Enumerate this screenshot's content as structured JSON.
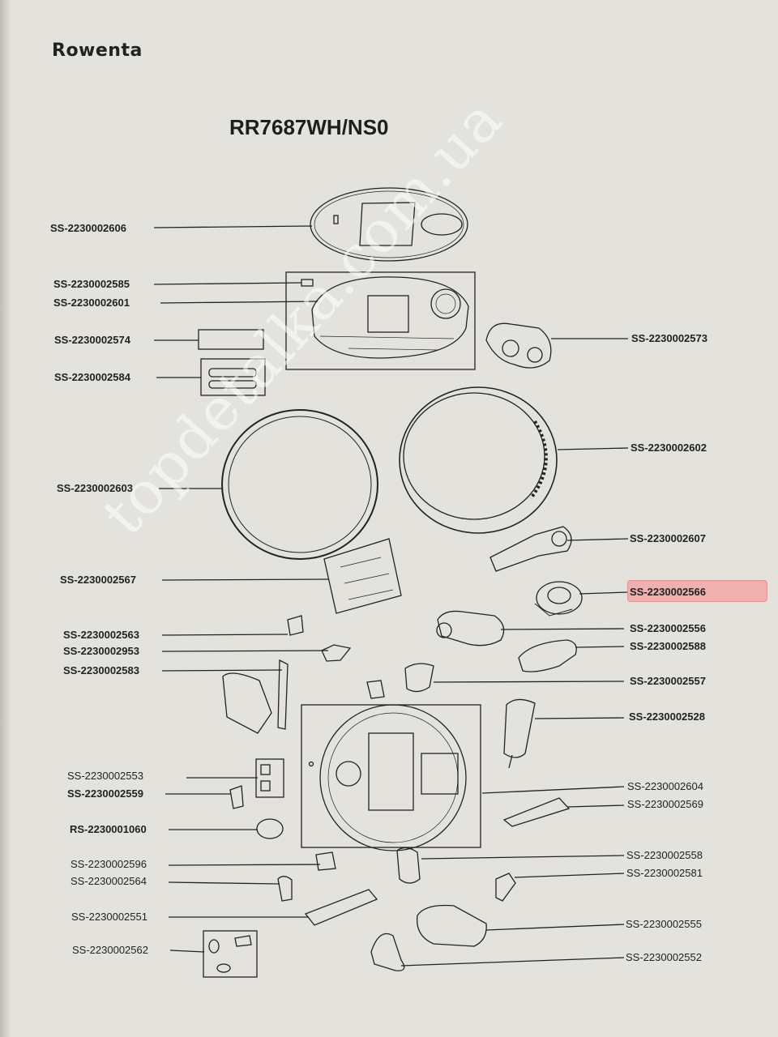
{
  "brand": "Rowenta",
  "model": "RR7687WH/NS0",
  "watermark": "topdetalka.com.ua",
  "highlight_color": "#f2a8a8",
  "parts": {
    "p2606": "SS-2230002606",
    "p2585": "SS-2230002585",
    "p2601": "SS-2230002601",
    "p2574": "SS-2230002574",
    "p2584": "SS-2230002584",
    "p2573": "SS-2230002573",
    "p2602": "SS-2230002602",
    "p2603": "SS-2230002603",
    "p2607": "SS-2230002607",
    "p2567": "SS-2230002567",
    "p2566": "SS-2230002566",
    "p2563": "SS-2230002563",
    "p2953": "SS-2230002953",
    "p2583": "SS-2230002583",
    "p2556": "SS-2230002556",
    "p2588": "SS-2230002588",
    "p2557": "SS-2230002557",
    "p2528": "SS-2230002528",
    "p2553": "SS-2230002553",
    "p2559": "SS-2230002559",
    "p1060": "RS-2230001060",
    "p2604": "SS-2230002604",
    "p2569": "SS-2230002569",
    "p2596": "SS-2230002596",
    "p2564": "SS-2230002564",
    "p2558": "SS-2230002558",
    "p2581": "SS-2230002581",
    "p2551": "SS-2230002551",
    "p2555": "SS-2230002555",
    "p2562": "SS-2230002562",
    "p2552": "SS-2230002552"
  }
}
